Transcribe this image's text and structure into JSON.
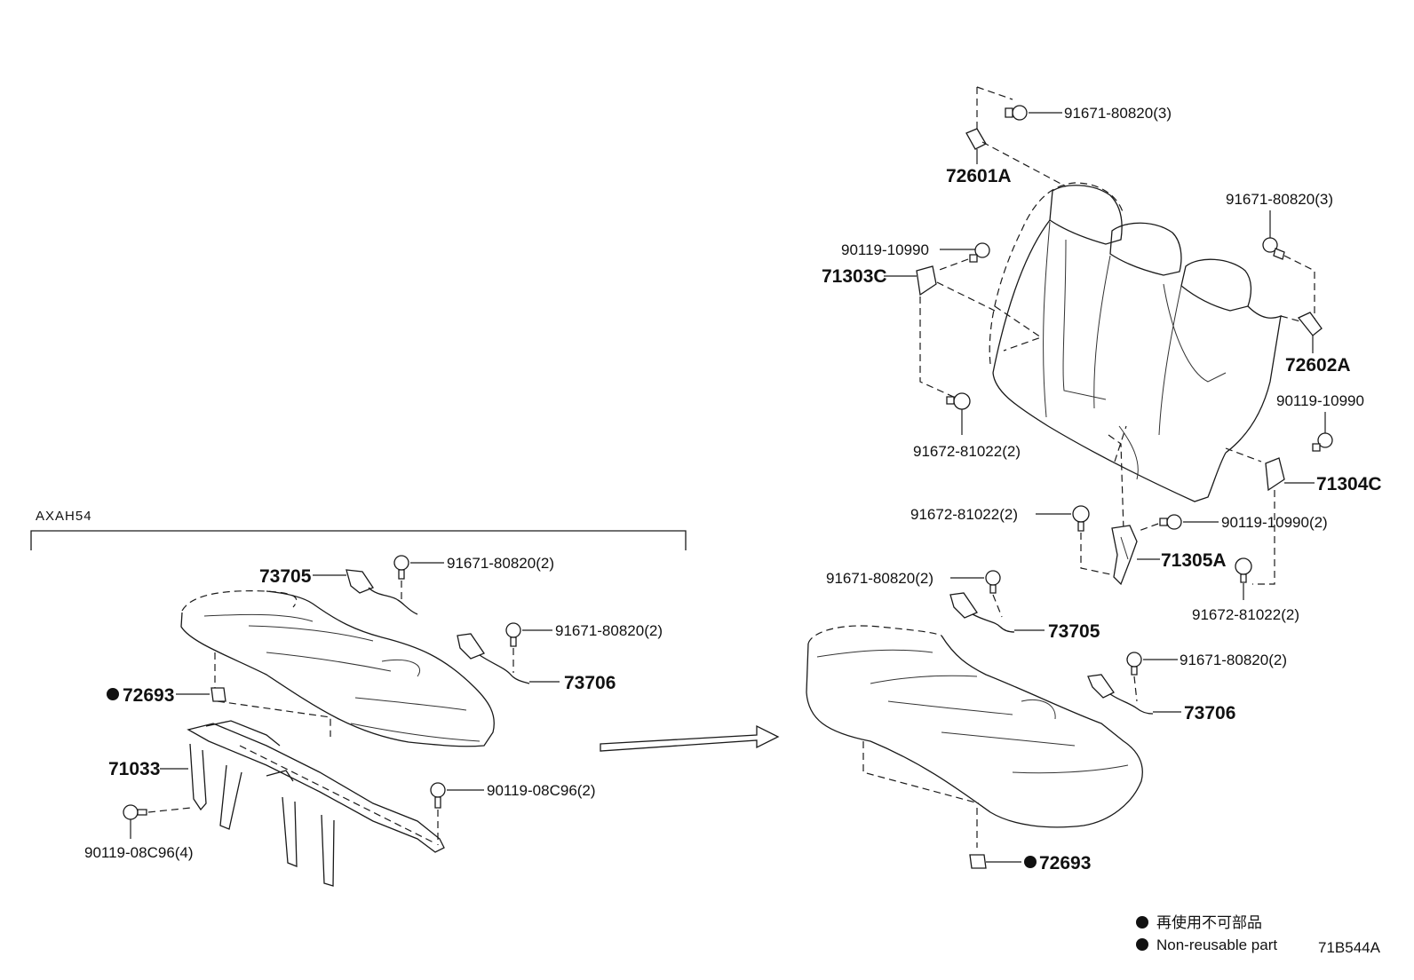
{
  "group_label": "AXAH54",
  "diagram_id": "71B544A",
  "legend": {
    "line1": "再使用不可部品",
    "line2": "Non-reusable part"
  },
  "callouts": {
    "bolt_91671_top": "91671-80820(3)",
    "hinge_72601A": "72601A",
    "bolt_91671_right_top": "91671-80820(3)",
    "bolt_90119_left": "90119-10990",
    "hinge_71303C": "71303C",
    "hinge_72602A": "72602A",
    "bolt_90119_right": "90119-10990",
    "bolt_91672_left_mid": "91672-81022(2)",
    "hinge_71304C": "71304C",
    "bolt_91672_left_low": "91672-81022(2)",
    "bolt_90119_center": "90119-10990(2)",
    "hinge_71305A": "71305A",
    "bolt_91671_right_seat": "91671-80820(2)",
    "hook_73705_right": "73705",
    "bolt_91672_right_low": "91672-81022(2)",
    "bolt_91671_right_seat2": "91671-80820(2)",
    "hook_73706_right": "73706",
    "clip_72693_right": "72693",
    "hook_73705_left": "73705",
    "bolt_91671_left_seat": "91671-80820(2)",
    "bolt_91671_left_seat2": "91671-80820(2)",
    "hook_73706_left": "73706",
    "clip_72693_left": "72693",
    "frame_71033": "71033",
    "bolt_90119_08C96_2": "90119-08C96(2)",
    "bolt_90119_08C96_4": "90119-08C96(4)"
  }
}
